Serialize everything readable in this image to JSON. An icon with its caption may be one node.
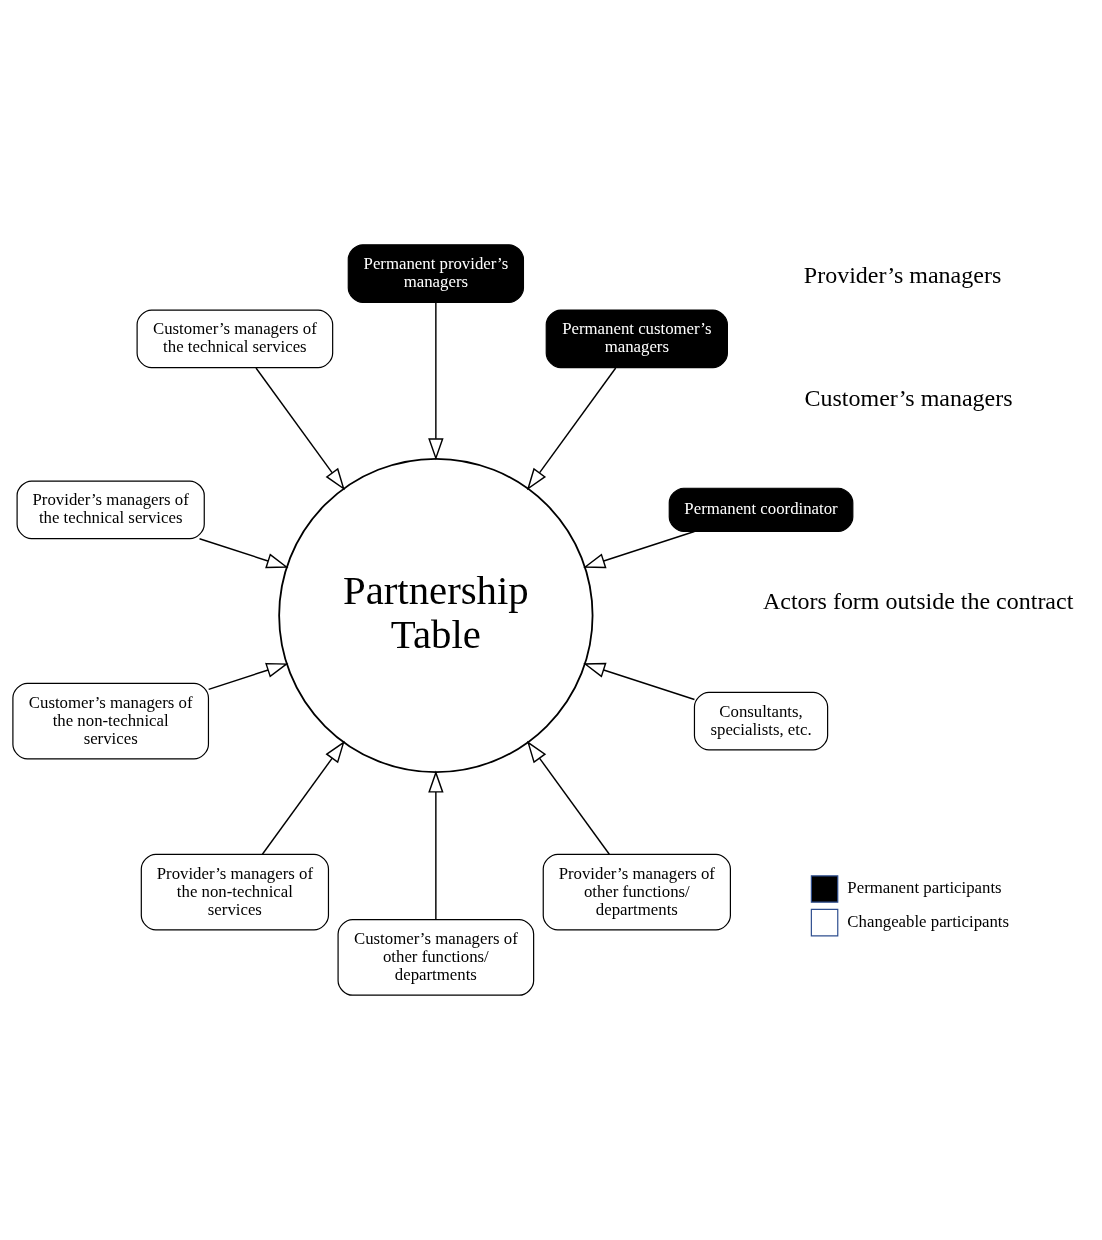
{
  "diagram": {
    "nodes": [
      {
        "text": [
          "Permanent coordinator"
        ]
      },
      {
        "text": [
          "Permanent customer’s managers"
        ]
      },
      {
        "text": [
          "Permanent provider’s managers"
        ]
      },
      {
        "text": [
          "Customer’s managers of the technical services"
        ]
      },
      {
        "text": [
          "Provider’s managers of the technical services"
        ]
      },
      {
        "text": [
          "Partnership Table"
        ]
      },
      {
        "text": [
          "Customer’s managers of the non-technical services"
        ]
      },
      {
        "text": [
          "Provider’s managers of the non-technical services"
        ]
      },
      {
        "text": [
          "Customer’s managers of other functions/ departments"
        ]
      },
      {
        "text": [
          "Provider’s managers of other functions/ departments"
        ]
      },
      {
        "text": [
          "Consultants, specialists, etc."
        ]
      }
    ],
    "edges": [
      {
        "from": 4,
        "to": 5,
        "arrow": "to"
      },
      {
        "from": 2,
        "to": 5,
        "arrow": "to"
      },
      {
        "from": 0,
        "to": 5,
        "arrow": "to"
      },
      {
        "from": 1,
        "to": 5,
        "arrow": "to"
      },
      {
        "from": 3,
        "to": 5,
        "arrow": "to"
      },
      {
        "from": 6,
        "to": 5,
        "arrow": "to"
      },
      {
        "from": 8,
        "to": 5,
        "arrow": "to"
      },
      {
        "from": 10,
        "to": 5,
        "arrow": "to"
      },
      {
        "from": 9,
        "to": 5,
        "arrow": "to"
      },
      {
        "from": 7,
        "to": 5,
        "arrow": "to"
      }
    ],
    "labels": [
      "Customer’s managers",
      "Provider’s managers",
      "Actors form outside the contract"
    ],
    "legend": [
      {
        "text": "Permanent participants",
        "color": "#000000"
      },
      {
        "text": "Changeable participants",
        "color": "#ffffff"
      }
    ]
  }
}
